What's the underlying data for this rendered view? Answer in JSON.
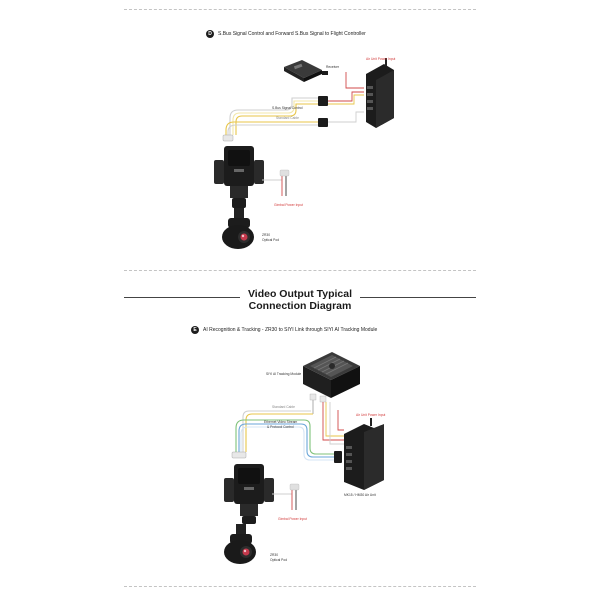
{
  "section_d": {
    "badge": "D",
    "title": "S.Bus Signal Control and Forward S.Bus Signal to Flight Controller",
    "labels": {
      "receiver": "Receiver",
      "air_unit_power": "Air Unit Power Input",
      "sbus_signal": "S.Bus Signal Control",
      "standard_cable": "Standard Cable",
      "gimbal_power": "Gimbal Power Input",
      "camera": "ZR30",
      "camera_sub": "Optical Pod"
    }
  },
  "main_heading": {
    "line1": "Video Output Typical",
    "line2": "Connection Diagram"
  },
  "section_e": {
    "badge": "E",
    "title": "AI Recognition & Tracking - ZR30 to SIYI Link through SIYI AI Tracking Module",
    "labels": {
      "ai_module": "SIYI AI Tracking Module",
      "standard_cable": "Standard Cable",
      "ethernet": "Ethernet Video Stream",
      "ethernet2": "& Protocol Control",
      "air_unit_power": "Air Unit Power Input",
      "air_unit": "MK15 / HM30 Air Unit",
      "gimbal_power": "Gimbal Power Input",
      "camera": "ZR30",
      "camera_sub": "Optical Pod"
    }
  },
  "colors": {
    "red_label": "#d23b3b",
    "cable_yellow": "#e8c64a",
    "cable_green": "#7fc27a",
    "cable_blue": "#6aa6d8",
    "cable_red": "#d24a4a",
    "device_dark": "#1c1c1c"
  }
}
